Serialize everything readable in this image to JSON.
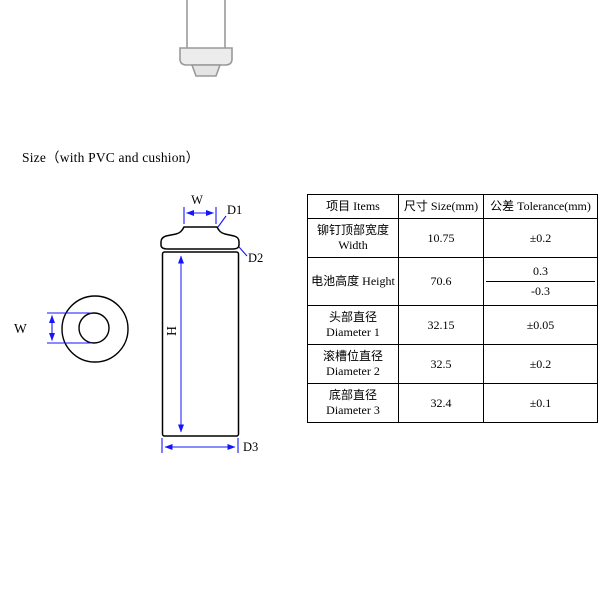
{
  "title": "Size（with PVC and cushion）",
  "diagram": {
    "front_view": {
      "w_label": "W",
      "d1_label": "D1",
      "d2_label": "D2",
      "d3_label": "D3",
      "h_label": "H"
    },
    "top_view": {
      "w_label": "W"
    },
    "dimension_color": "#1414ff",
    "outline_color": "#000000"
  },
  "table": {
    "headers": [
      "项目 Items",
      "尺寸 Size(mm)",
      "公差 Tolerance(mm)"
    ],
    "rows": [
      {
        "item_line1": "铆钉顶部宽度",
        "item_line2": "Width",
        "size": "10.75",
        "tolerance": "±0.2"
      },
      {
        "item_line1": "电池高度 Height",
        "item_line2": "",
        "size": "70.6",
        "tolerance_upper": "0.3",
        "tolerance_lower": "-0.3"
      },
      {
        "item_line1": "头部直径",
        "item_line2": "Diameter 1",
        "size": "32.15",
        "tolerance": "±0.05"
      },
      {
        "item_line1": "滚槽位直径",
        "item_line2": "Diameter 2",
        "size": "32.5",
        "tolerance": "±0.2"
      },
      {
        "item_line1": "底部直径",
        "item_line2": "Diameter 3",
        "size": "32.4",
        "tolerance": "±0.1"
      }
    ]
  }
}
